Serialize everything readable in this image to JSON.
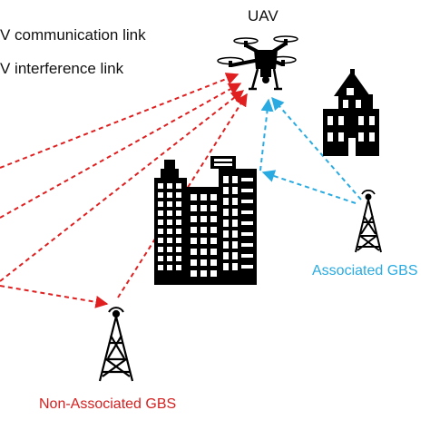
{
  "legend": {
    "communication": "V communication link",
    "interference": "V interference link"
  },
  "uav": {
    "label": "UAV"
  },
  "associated_gbs": {
    "label": "Associated GBS"
  },
  "non_associated_gbs": {
    "label": "Non-Associated GBS"
  },
  "colors": {
    "interference_link": "#e02020",
    "communication_link": "#29abe2",
    "associated_label": "#29abe2",
    "non_associated_label": "#d42020",
    "icon": "#000000"
  },
  "icons": [
    "drone-icon",
    "city-buildings-icon",
    "house-building-icon",
    "cell-tower-icon"
  ]
}
